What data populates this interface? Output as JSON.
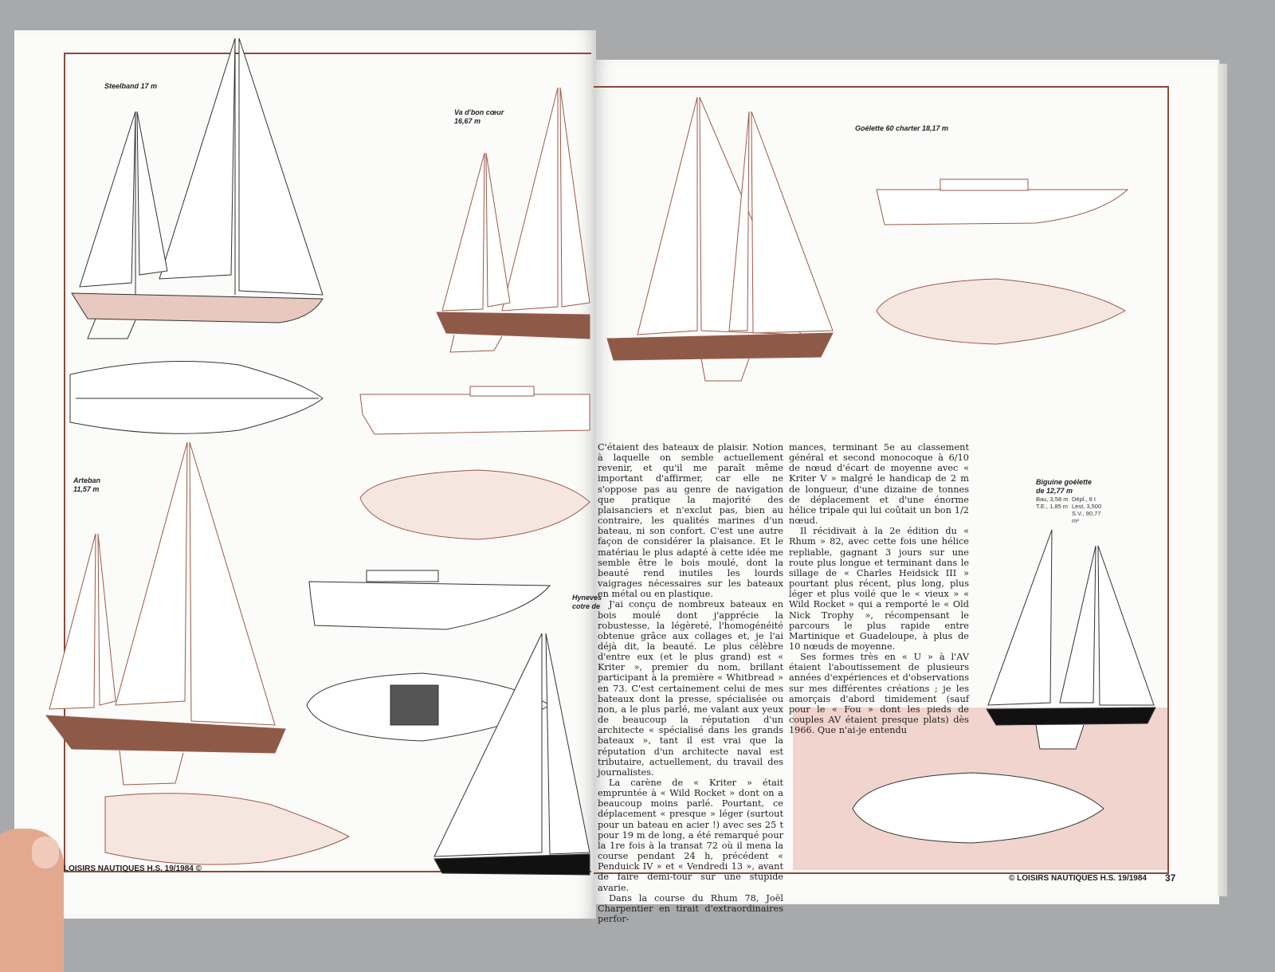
{
  "magazine": {
    "footer_left": "LOISIRS NAUTIQUES H.S. 19/1984",
    "footer_right": "LOISIRS NAUTIQUES H.S. 19/1984",
    "copyright_symbol": "©",
    "page_number": "37"
  },
  "boats": {
    "steelband": "Steelband 17 m",
    "va_bon_coeur_line1": "Va d'bon cœur",
    "va_bon_coeur_line2": "16,67 m",
    "arteban_line1": "Arteban",
    "arteban_line2": "11,57 m",
    "hyneves_line1": "Hyneves",
    "hyneves_line2": "cotre de",
    "goelette": "Goélette 60 charter 18,17 m",
    "biguine_line1": "Biguine goélette",
    "biguine_line2": "de 12,77 m",
    "biguine_specs": [
      "Bau, 3,58 m",
      "Dépl., 8 t",
      "T.E., 1,85 m",
      "Lest, 3,500",
      "S.V., 90,77 m²"
    ]
  },
  "article": {
    "column1": [
      "C'étaient des bateaux de plaisir. Notion à laquelle on semble actuellement revenir, et qu'il me paraît même important d'affirmer, car elle ne s'oppose pas au genre de navigation que pratique la majorité des plaisanciers et n'exclut pas, bien au contraire, les qualités marines d'un bateau, ni son confort. C'est une autre façon de considérer la plaisance. Et le matériau le plus adapté à cette idée me semble être le bois moulé, dont la beauté rend inutiles les lourds vaigrages nécessaires sur les bateaux en métal ou en plastique.",
      "J'ai conçu de nombreux bateaux en bois moulé dont j'apprécie la robustesse, la légèreté, l'homogénéité obtenue grâce aux collages et, je l'ai déjà dit, la beauté. Le plus célèbre d'entre eux (et le plus grand) est « Kriter », premier du nom, brillant participant à la première « Whitbread » en 73. C'est certainement celui de mes bateaux dont la presse, spécialisée ou non, a le plus parlé, me valant aux yeux de beaucoup la réputation d'un architecte « spécialisé dans les grands bateaux », tant il est vrai que la réputation d'un architecte naval est tributaire, actuellement, du travail des journalistes.",
      "La carène de « Kriter » était empruntée à « Wild Rocket » dont on a beaucoup moins parlé. Pourtant, ce déplacement « presque » léger (surtout pour un bateau en acier !) avec ses 25 t pour 19 m de long, a été remarqué pour la 1re fois à la transat 72 où il mena la course pendant 24 h, précédent « Penduick IV » et « Vendredi 13 », avant de faire demi-tour sur une stupide avarie.",
      "Dans la course du Rhum 78, Joël Charpentier en tirait d'extraordinaires perfor-"
    ],
    "column2": [
      "mances, terminant 5e au classement général et second monocoque à 6/10 de nœud d'écart de moyenne avec « Kriter V » malgré le handicap de 2 m de longueur, d'une dizaine de tonnes de déplacement et d'une énorme hélice tripale qui lui coûtait un bon 1/2 nœud.",
      "Il récidivait à la 2e édition du « Rhum » 82, avec cette fois une hélice repliable, gagnant 3 jours sur une route plus longue et terminant dans le sillage de « Charles Heidsick III » pourtant plus récent, plus long, plus léger et plus voilé que le « vieux » « Wild Rocket » qui a remporté le « Old Nick Trophy », récompensant le parcours le plus rapide entre Martinique et Guadeloupe, à plus de 10 nœuds de moyenne.",
      "Ses formes très en « U » à l'AV étaient l'aboutissement de plusieurs années d'expériences et d'observations sur mes différentes créations ; je les amorçais d'abord timidement (sauf pour le « Fou » dont les pieds de couples AV étaient presque plats) dès 1966. Que n'ai-je entendu"
    ]
  },
  "colors": {
    "frame": "#8a4a3a",
    "hull_brown": "#8e5a48",
    "sail_line": "#9a5a48",
    "pink_box": "#f1d4cd",
    "background": "#a8a9ab"
  }
}
